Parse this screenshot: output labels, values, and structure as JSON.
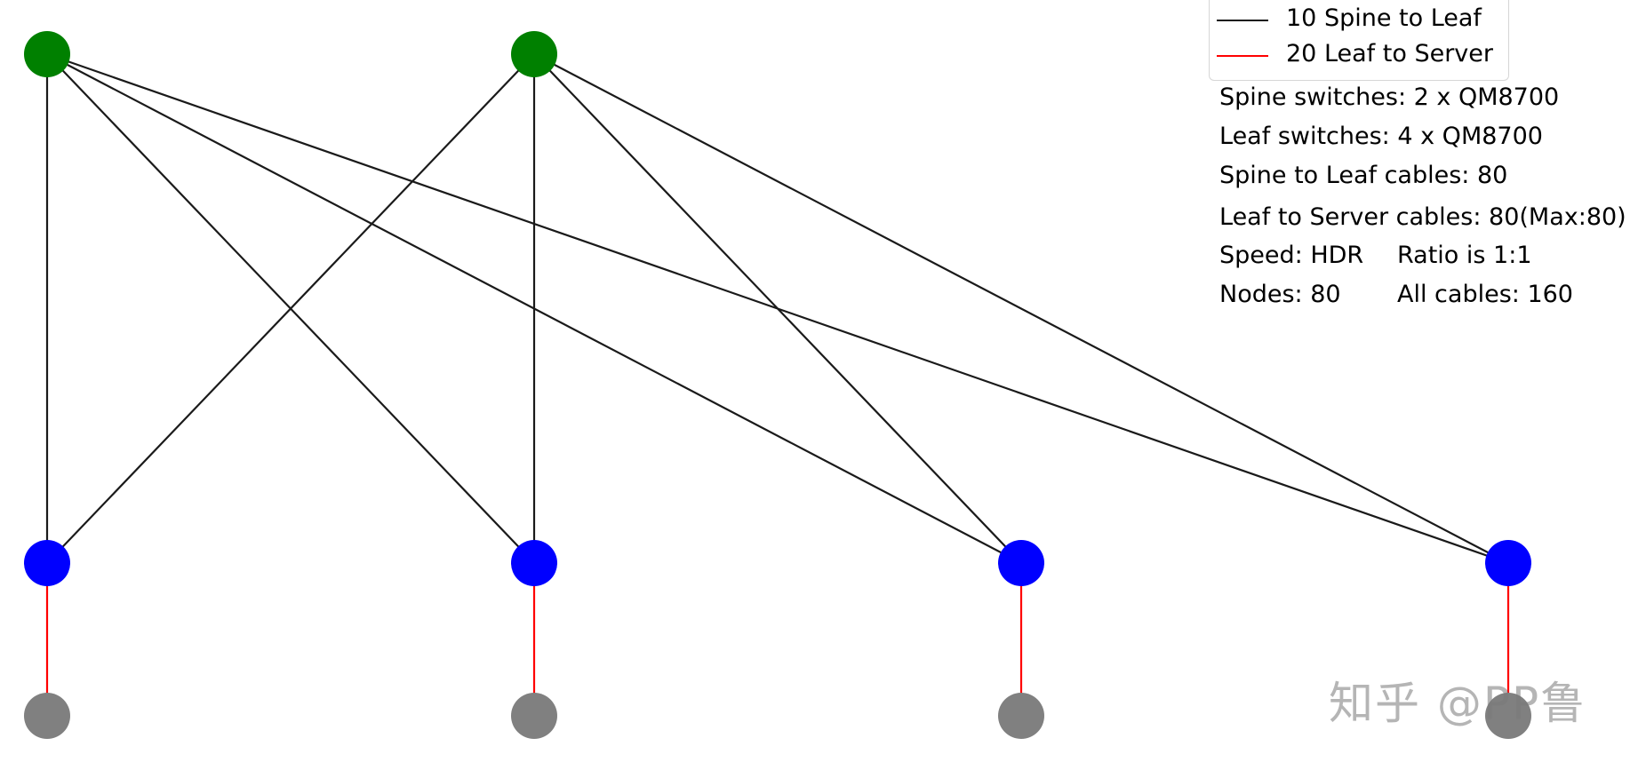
{
  "diagram": {
    "spine_color": "#008000",
    "leaf_color": "#0000ff",
    "server_color": "#808080",
    "spine_to_leaf_line_color": "#1a1a1a",
    "leaf_to_server_line_color": "#ff0000",
    "spine_count": 2,
    "leaf_count": 4,
    "server_count": 4
  },
  "legend": {
    "spine_to_leaf": {
      "label": "10 Spine to Leaf",
      "color": "#1a1a1a"
    },
    "leaf_to_server": {
      "label": "20 Leaf to Server",
      "color": "#ff0000"
    }
  },
  "stats": {
    "spine_switches": "Spine switches: 2 x QM8700",
    "leaf_switches": "Leaf switches: 4 x QM8700",
    "spine_leaf_cables": "Spine to Leaf cables: 80",
    "leaf_server_cables": "Leaf to Server cables: 80(Max:80)",
    "speed": "Speed: HDR",
    "ratio": "Ratio is 1:1",
    "nodes": "Nodes: 80",
    "all_cables": "All cables: 160"
  },
  "watermark": "知乎 @PP鲁"
}
